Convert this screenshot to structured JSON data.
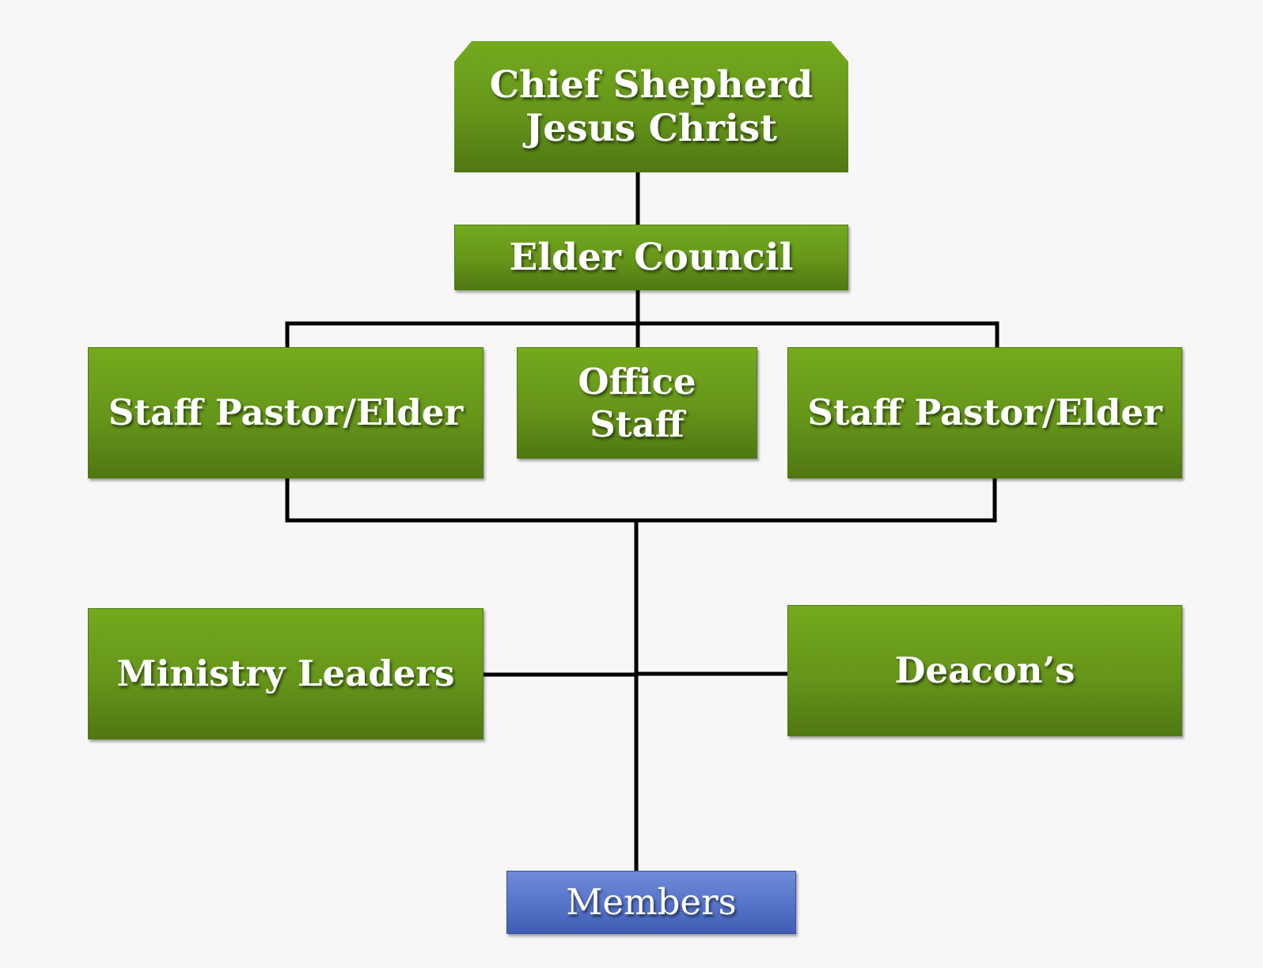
{
  "diagram": {
    "nodes": {
      "chief": {
        "line1": "Chief Shepherd",
        "line2": "Jesus Christ"
      },
      "elder": {
        "label": "Elder Council"
      },
      "staff_left": {
        "label": "Staff Pastor/Elder"
      },
      "office": {
        "line1": "Office",
        "line2": "Staff"
      },
      "staff_right": {
        "label": "Staff Pastor/Elder"
      },
      "ministry": {
        "label": "Ministry Leaders"
      },
      "deacons": {
        "label": "Deacon’s"
      },
      "members": {
        "label": "Members"
      }
    },
    "colors": {
      "node_green": "#65951a",
      "node_blue": "#5574c9",
      "connector": "#000000",
      "background": "#f7f7f7"
    }
  }
}
